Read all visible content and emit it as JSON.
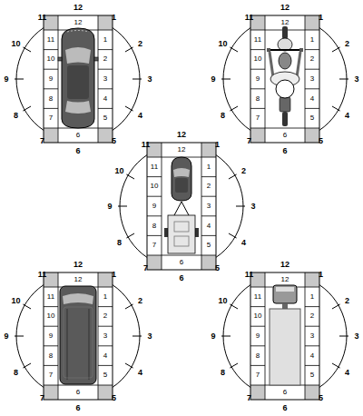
{
  "diagram": {
    "labels": [
      "12",
      "1",
      "2",
      "3",
      "4",
      "5",
      "6",
      "7",
      "8",
      "9",
      "10",
      "11",
      "12",
      "11",
      "1",
      "10",
      "2",
      "9",
      "3",
      "8",
      "4",
      "7",
      "5",
      "6",
      "12",
      "1",
      "2",
      "3",
      "4",
      "5",
      "6",
      "7",
      "8",
      "9",
      "10",
      "11",
      "12",
      "11",
      "1",
      "10",
      "2",
      "9",
      "3",
      "8",
      "4",
      "7",
      "5",
      "6",
      "12",
      "1",
      "2",
      "3",
      "4",
      "5",
      "6",
      "7",
      "8",
      "9",
      "10",
      "11",
      "12",
      "11",
      "1",
      "10",
      "2",
      "9",
      "3",
      "8",
      "4",
      "7",
      "5",
      "6",
      "12",
      "1",
      "2",
      "3",
      "4",
      "5",
      "6",
      "7",
      "8",
      "9",
      "10",
      "11",
      "12",
      "11",
      "1",
      "10",
      "2",
      "9",
      "3",
      "8",
      "4",
      "7",
      "5",
      "6",
      "12",
      "1",
      "2",
      "3",
      "4",
      "5",
      "6",
      "7",
      "8",
      "9",
      "10",
      "11",
      "12",
      "11",
      "1",
      "10",
      "2",
      "9",
      "3",
      "8",
      "4",
      "7",
      "5",
      "6"
    ]
  }
}
